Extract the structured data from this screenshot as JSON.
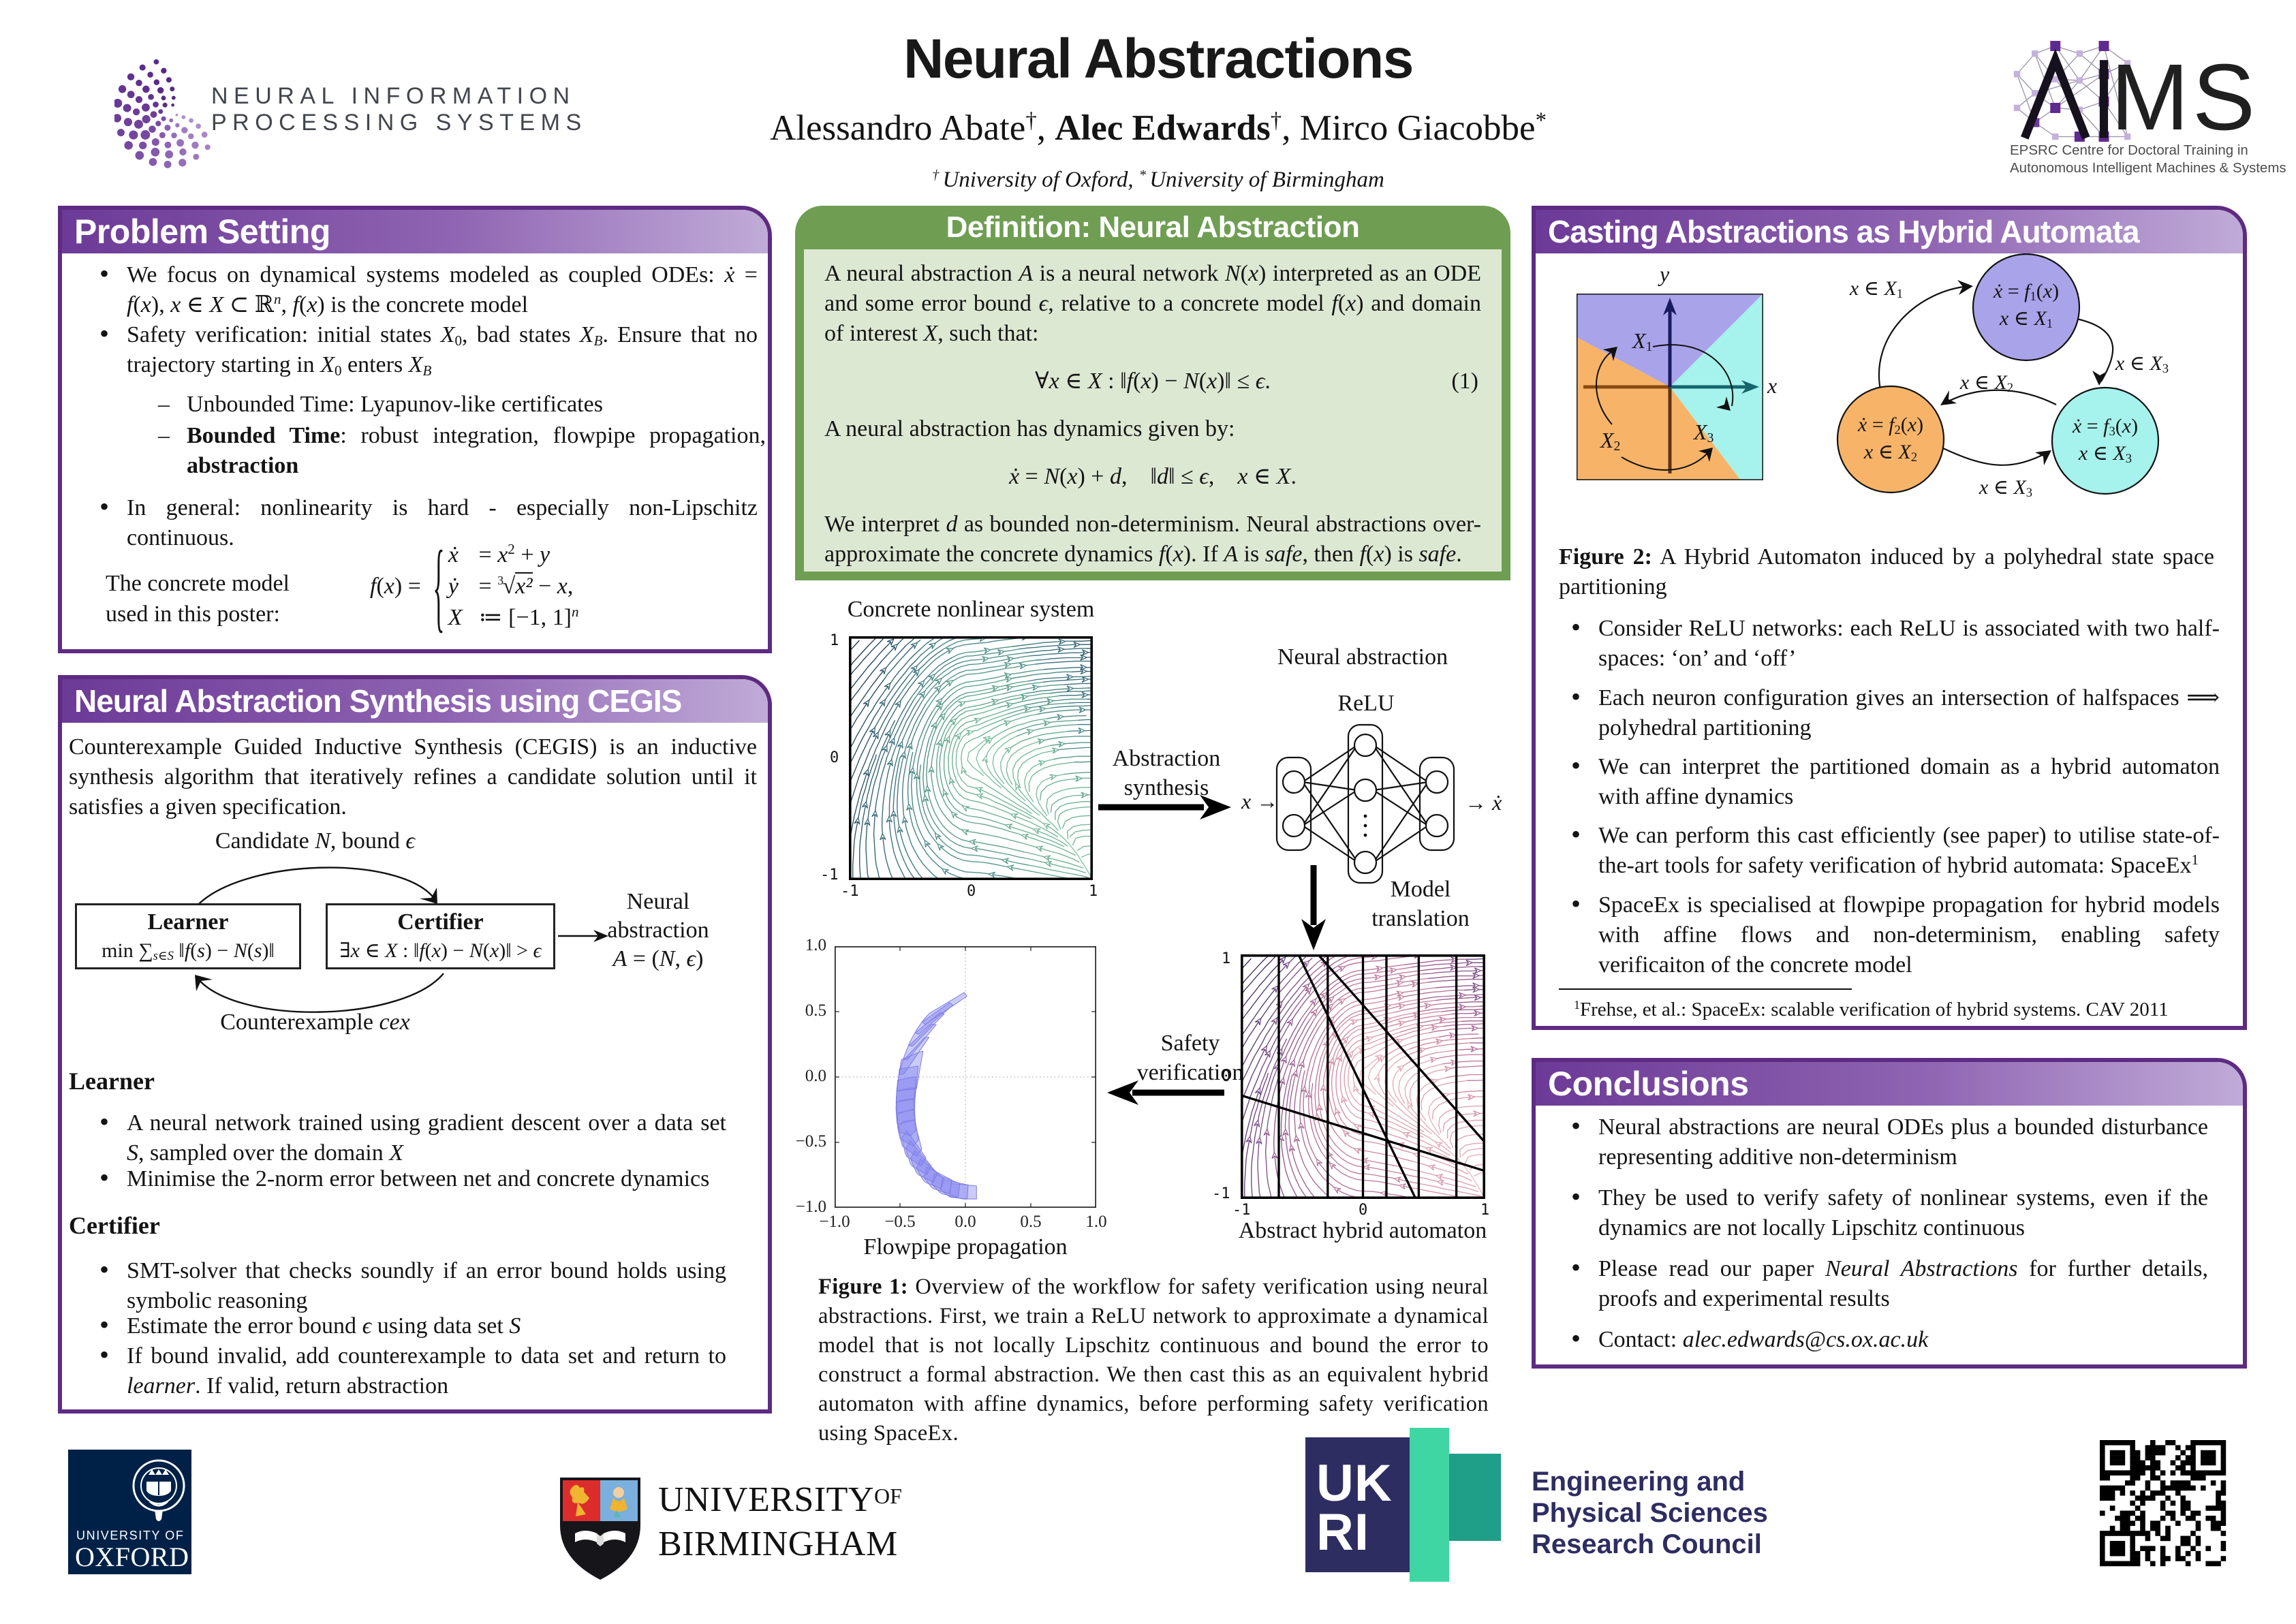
{
  "poster": {
    "title": "Neural Abstractions",
    "authors": [
      [
        "t",
        "Alessandro Abate"
      ],
      [
        "sup",
        "†"
      ],
      [
        "t",
        ", "
      ],
      [
        "b",
        "Alec Edwards"
      ],
      [
        "sup",
        "†"
      ],
      [
        "t",
        ", Mirco Giacobbe"
      ],
      [
        "sup",
        "*"
      ]
    ],
    "affiliations": [
      [
        "supi",
        "† "
      ],
      [
        "i",
        "University of Oxford, "
      ],
      [
        "supi",
        "* "
      ],
      [
        "i",
        "University of Birmingham"
      ]
    ]
  },
  "branding": {
    "neurips_line1": "NEURAL INFORMATION",
    "neurips_line2": "PROCESSING SYSTEMS",
    "aims_ai": "AI",
    "aims_ms": "MS",
    "aims_caption_line1": "EPSRC Centre for Doctoral Training in",
    "aims_caption_line2": "Autonomous Intelligent Machines & Systems"
  },
  "problem_setting": {
    "title": "Problem Setting",
    "b1": [
      [
        "t",
        "We focus on dynamical systems modeled as coupled ODEs: "
      ],
      [
        "m",
        "ẋ"
      ],
      [
        "t",
        " = "
      ],
      [
        "m",
        "f"
      ],
      [
        "t",
        "("
      ],
      [
        "m",
        "x"
      ],
      [
        "t",
        "), "
      ],
      [
        "m",
        "x"
      ],
      [
        "t",
        " ∈ "
      ],
      [
        "s",
        "X"
      ],
      [
        "t",
        " ⊂ ℝ"
      ],
      [
        "supm",
        "n"
      ],
      [
        "t",
        ", "
      ],
      [
        "m",
        "f"
      ],
      [
        "t",
        "("
      ],
      [
        "m",
        "x"
      ],
      [
        "t",
        ") is the concrete model"
      ]
    ],
    "b2": [
      [
        "t",
        "Safety verification: initial states "
      ],
      [
        "s",
        "X"
      ],
      [
        "sub",
        "0"
      ],
      [
        "t",
        ", bad states "
      ],
      [
        "s",
        "X"
      ],
      [
        "subm",
        "B"
      ],
      [
        "t",
        ". Ensure that no trajectory starting in "
      ],
      [
        "s",
        "X"
      ],
      [
        "sub",
        "0"
      ],
      [
        "t",
        " enters "
      ],
      [
        "s",
        "X"
      ],
      [
        "subm",
        "B"
      ]
    ],
    "b2s1": [
      [
        "t",
        "Unbounded Time: Lyapunov-like certificates"
      ]
    ],
    "b2s2": [
      [
        "b",
        "Bounded Time"
      ],
      [
        "t",
        ": robust integration, flowpipe propagation, "
      ],
      [
        "b",
        "abstraction"
      ]
    ],
    "b3": [
      [
        "t",
        "In general: nonlinearity is hard - especially non-Lipschitz continuous."
      ]
    ],
    "model_label": "The concrete model used in this poster:",
    "eq_brace": "{",
    "eq_lhs": [
      [
        "m",
        "f"
      ],
      [
        "t",
        "("
      ],
      [
        "m",
        "x"
      ],
      [
        "t",
        ") ="
      ]
    ],
    "eq_r1l": [
      [
        "m",
        "ẋ"
      ]
    ],
    "eq_r1r": [
      [
        "t",
        "= "
      ],
      [
        "m",
        "x"
      ],
      [
        "sup",
        "2"
      ],
      [
        "t",
        " + "
      ],
      [
        "m",
        "y"
      ]
    ],
    "eq_r2l": [
      [
        "m",
        "ẏ"
      ]
    ],
    "eq_r2r": [
      [
        "t",
        "= "
      ],
      [
        "rsup",
        "3"
      ],
      [
        "t",
        "√"
      ],
      [
        "rad",
        "x²"
      ],
      [
        "t",
        " − "
      ],
      [
        "m",
        "x"
      ],
      [
        "t",
        ","
      ]
    ],
    "eq_r3l": [
      [
        "s",
        "X"
      ]
    ],
    "eq_r3r": [
      [
        "t",
        "≔ [−1, 1]"
      ],
      [
        "supm",
        "n"
      ]
    ]
  },
  "definition": {
    "title": "Definition: Neural Abstraction",
    "p1": [
      [
        "t",
        "A neural abstraction "
      ],
      [
        "s",
        "A"
      ],
      [
        "t",
        " is a neural network "
      ],
      [
        "s",
        "N"
      ],
      [
        "t",
        "("
      ],
      [
        "m",
        "x"
      ],
      [
        "t",
        ") interpreted as an ODE and some error bound "
      ],
      [
        "m",
        "ϵ"
      ],
      [
        "t",
        ", relative to a concrete model "
      ],
      [
        "m",
        "f"
      ],
      [
        "t",
        "("
      ],
      [
        "m",
        "x"
      ],
      [
        "t",
        ") and domain of interest "
      ],
      [
        "s",
        "X"
      ],
      [
        "t",
        ", such that:"
      ]
    ],
    "eq1": [
      [
        "t",
        "∀"
      ],
      [
        "m",
        "x"
      ],
      [
        "t",
        " ∈ "
      ],
      [
        "s",
        "X"
      ],
      [
        "t",
        " : ‖"
      ],
      [
        "m",
        "f"
      ],
      [
        "t",
        "("
      ],
      [
        "m",
        "x"
      ],
      [
        "t",
        ") − "
      ],
      [
        "s",
        "N"
      ],
      [
        "t",
        "("
      ],
      [
        "m",
        "x"
      ],
      [
        "t",
        ")‖ ≤ "
      ],
      [
        "m",
        "ϵ"
      ],
      [
        "t",
        "."
      ]
    ],
    "eq1_tag": "(1)",
    "p2": [
      [
        "t",
        "A neural abstraction has dynamics given by:"
      ]
    ],
    "eq2": [
      [
        "m",
        "ẋ"
      ],
      [
        "t",
        " = "
      ],
      [
        "s",
        "N"
      ],
      [
        "t",
        "("
      ],
      [
        "m",
        "x"
      ],
      [
        "t",
        ") + "
      ],
      [
        "m",
        "d"
      ],
      [
        "t",
        ", ‖"
      ],
      [
        "m",
        "d"
      ],
      [
        "t",
        "‖ ≤ "
      ],
      [
        "m",
        "ϵ"
      ],
      [
        "t",
        ", "
      ],
      [
        "m",
        "x"
      ],
      [
        "t",
        " ∈ "
      ],
      [
        "s",
        "X"
      ],
      [
        "t",
        "."
      ]
    ],
    "p3": [
      [
        "t",
        "We interpret "
      ],
      [
        "m",
        "d"
      ],
      [
        "t",
        " as bounded non-determinism. Neural abstractions over-approximate the concrete dynamics "
      ],
      [
        "m",
        "f"
      ],
      [
        "t",
        "("
      ],
      [
        "m",
        "x"
      ],
      [
        "t",
        "). If "
      ],
      [
        "s",
        "A"
      ],
      [
        "t",
        " is "
      ],
      [
        "i",
        "safe"
      ],
      [
        "t",
        ", then "
      ],
      [
        "m",
        "f"
      ],
      [
        "t",
        "("
      ],
      [
        "m",
        "x"
      ],
      [
        "t",
        ") is "
      ],
      [
        "i",
        "safe"
      ],
      [
        "t",
        "."
      ]
    ]
  },
  "cegis": {
    "title": "Neural Abstraction Synthesis using CEGIS",
    "intro": [
      [
        "t",
        "Counterexample Guided Inductive Synthesis (CEGIS) is an inductive synthesis algorithm that iteratively refines a candidate solution until it satisfies a given specification."
      ]
    ],
    "candidate_label": [
      [
        "t",
        "Candidate "
      ],
      [
        "s",
        "N"
      ],
      [
        "t",
        ", bound "
      ],
      [
        "m",
        "ϵ"
      ]
    ],
    "learner_box_title": "Learner",
    "learner_box_formula": [
      [
        "t",
        "min ∑"
      ],
      [
        "subm",
        "s∈S"
      ],
      [
        "t",
        " ‖"
      ],
      [
        "m",
        "f"
      ],
      [
        "t",
        "("
      ],
      [
        "m",
        "s"
      ],
      [
        "t",
        ") − "
      ],
      [
        "s",
        "N"
      ],
      [
        "t",
        "("
      ],
      [
        "m",
        "s"
      ],
      [
        "t",
        ")‖"
      ]
    ],
    "certifier_box_title": "Certifier",
    "certifier_box_formula": [
      [
        "t",
        "∃"
      ],
      [
        "m",
        "x"
      ],
      [
        "t",
        " ∈ "
      ],
      [
        "s",
        "X"
      ],
      [
        "t",
        " : ‖"
      ],
      [
        "m",
        "f"
      ],
      [
        "t",
        "("
      ],
      [
        "m",
        "x"
      ],
      [
        "t",
        ") − "
      ],
      [
        "s",
        "N"
      ],
      [
        "t",
        "("
      ],
      [
        "m",
        "x"
      ],
      [
        "t",
        ")‖ > "
      ],
      [
        "m",
        "ϵ"
      ]
    ],
    "cex_label": [
      [
        "t",
        "Counterexample "
      ],
      [
        "i",
        "cex"
      ]
    ],
    "out_l1": "Neural",
    "out_l2": "abstraction",
    "out_l3": [
      [
        "s",
        "A"
      ],
      [
        "t",
        " = ("
      ],
      [
        "s",
        "N"
      ],
      [
        "t",
        ", "
      ],
      [
        "m",
        "ϵ"
      ],
      [
        "t",
        ")"
      ]
    ],
    "learner_heading": "Learner",
    "learner_b1": [
      [
        "t",
        "A neural network trained using gradient descent over a data set "
      ],
      [
        "m",
        "S"
      ],
      [
        "t",
        ", sampled over the domain "
      ],
      [
        "s",
        "X"
      ]
    ],
    "learner_b2": [
      [
        "t",
        "Minimise the 2-norm error between net and concrete dynamics"
      ]
    ],
    "certifier_heading": "Certifier",
    "cert_b1": [
      [
        "t",
        "SMT-solver that checks soundly if an error bound holds using symbolic reasoning"
      ]
    ],
    "cert_b2": [
      [
        "t",
        "Estimate the error bound "
      ],
      [
        "m",
        "ϵ"
      ],
      [
        "t",
        " using data set "
      ],
      [
        "m",
        "S"
      ]
    ],
    "cert_b3": [
      [
        "t",
        "If bound invalid, add counterexample to data set and return to "
      ],
      [
        "i",
        "learner"
      ],
      [
        "t",
        ". If valid, return abstraction"
      ]
    ]
  },
  "figure1": {
    "concrete_title": "Concrete nonlinear system",
    "nn_title": "Neural abstraction",
    "relu_label": "ReLU",
    "nn_in": [
      [
        "m",
        "x"
      ],
      [
        "t",
        " →"
      ]
    ],
    "nn_out": [
      [
        "t",
        "→ "
      ],
      [
        "m",
        "ẋ"
      ]
    ],
    "arrow_abs_l1": "Abstraction",
    "arrow_abs_l2": "synthesis",
    "arrow_model_l1": "Model",
    "arrow_model_l2": "translation",
    "arrow_safety_l1": "Safety",
    "arrow_safety_l2": "verification",
    "abstract_label": "Abstract hybrid automaton",
    "flow_label": "Flowpipe propagation",
    "stream_xticks": [
      "-1",
      "0",
      "1"
    ],
    "stream_yticks": [
      "1",
      "0",
      "-1"
    ],
    "flow_xticks": [
      "−1.0",
      "−0.5",
      "0.0",
      "0.5",
      "1.0"
    ],
    "flow_yticks": [
      "1.0",
      "0.5",
      "0.0",
      "−0.5",
      "−1.0"
    ],
    "caption": [
      [
        "b",
        "Figure 1:"
      ],
      [
        "t",
        "  Overview of the workflow for safety verification using neural abstractions. First, we train a ReLU network to approximate a dynamical model that is not locally Lipschitz continuous and bound the error to construct a formal abstraction. We then cast this as an equivalent hybrid automaton with affine dynamics, before performing safety verification using SpaceEx."
      ]
    ]
  },
  "casting": {
    "title": "Casting Abstractions as Hybrid Automata",
    "axis_y": "y",
    "axis_x": "x",
    "reg1": [
      [
        "s",
        "X"
      ],
      [
        "sub",
        "1"
      ]
    ],
    "reg2": [
      [
        "s",
        "X"
      ],
      [
        "sub",
        "2"
      ]
    ],
    "reg3": [
      [
        "s",
        "X"
      ],
      [
        "sub",
        "3"
      ]
    ],
    "node1_l1": [
      [
        "m",
        "ẋ"
      ],
      [
        "t",
        " = "
      ],
      [
        "m",
        "f"
      ],
      [
        "sub",
        "1"
      ],
      [
        "t",
        "("
      ],
      [
        "m",
        "x"
      ],
      [
        "t",
        ")"
      ]
    ],
    "node1_l2": [
      [
        "m",
        "x"
      ],
      [
        "t",
        " ∈ "
      ],
      [
        "s",
        "X"
      ],
      [
        "sub",
        "1"
      ]
    ],
    "node2_l1": [
      [
        "m",
        "ẋ"
      ],
      [
        "t",
        " = "
      ],
      [
        "m",
        "f"
      ],
      [
        "sub",
        "2"
      ],
      [
        "t",
        "("
      ],
      [
        "m",
        "x"
      ],
      [
        "t",
        ")"
      ]
    ],
    "node2_l2": [
      [
        "m",
        "x"
      ],
      [
        "t",
        " ∈ "
      ],
      [
        "s",
        "X"
      ],
      [
        "sub",
        "2"
      ]
    ],
    "node3_l1": [
      [
        "m",
        "ẋ"
      ],
      [
        "t",
        " = "
      ],
      [
        "m",
        "f"
      ],
      [
        "sub",
        "3"
      ],
      [
        "t",
        "("
      ],
      [
        "m",
        "x"
      ],
      [
        "t",
        ")"
      ]
    ],
    "node3_l2": [
      [
        "m",
        "x"
      ],
      [
        "t",
        " ∈ "
      ],
      [
        "s",
        "X"
      ],
      [
        "sub",
        "3"
      ]
    ],
    "edge1": [
      [
        "m",
        "x"
      ],
      [
        "t",
        " ∈ "
      ],
      [
        "s",
        "X"
      ],
      [
        "sub",
        "1"
      ]
    ],
    "edge2": [
      [
        "m",
        "x"
      ],
      [
        "t",
        " ∈ "
      ],
      [
        "s",
        "X"
      ],
      [
        "sub",
        "3"
      ]
    ],
    "edge3": [
      [
        "m",
        "x"
      ],
      [
        "t",
        " ∈ "
      ],
      [
        "s",
        "X"
      ],
      [
        "sub",
        "2"
      ]
    ],
    "edge4": [
      [
        "m",
        "x"
      ],
      [
        "t",
        " ∈ "
      ],
      [
        "s",
        "X"
      ],
      [
        "sub",
        "3"
      ]
    ],
    "caption": [
      [
        "b",
        "Figure 2:"
      ],
      [
        "t",
        "  A Hybrid Automaton induced by a polyhedral state space partitioning"
      ]
    ],
    "b1": [
      [
        "t",
        "Consider ReLU networks: each ReLU is associated with two half-spaces: ‘on’ and ‘off’"
      ]
    ],
    "b2": [
      [
        "t",
        "Each neuron configuration gives an intersection of halfspaces ⟹ polyhedral partitioning"
      ]
    ],
    "b3": [
      [
        "t",
        "We can interpret the partitioned domain as a hybrid automaton with affine dynamics"
      ]
    ],
    "b4": [
      [
        "t",
        "We can perform this cast efficiently (see paper) to utilise state-of-the-art tools for safety verification of hybrid automata: SpaceEx"
      ],
      [
        "sup",
        "1"
      ]
    ],
    "b5": [
      [
        "t",
        "SpaceEx is specialised at flowpipe propagation for hybrid models with affine flows and non-determinism, enabling safety verificaiton of the concrete model"
      ]
    ],
    "footnote": [
      [
        "sup",
        "1"
      ],
      [
        "t",
        "Frehse, et al.: SpaceEx: scalable verification of hybrid systems. CAV 2011"
      ]
    ]
  },
  "conclusions": {
    "title": "Conclusions",
    "b1": [
      [
        "t",
        "Neural abstractions are neural ODEs plus a bounded disturbance representing additive non-determinism"
      ]
    ],
    "b2": [
      [
        "t",
        "They be used to verify safety of nonlinear systems, even if the dynamics are not locally Lipschitz continuous"
      ]
    ],
    "b3": [
      [
        "t",
        "Please read our paper "
      ],
      [
        "i",
        "Neural Abstractions"
      ],
      [
        "t",
        " for further details, proofs and experimental results"
      ]
    ],
    "b4": [
      [
        "t",
        "Contact: "
      ],
      [
        "i",
        "alec.edwards@cs.ox.ac.uk"
      ]
    ]
  },
  "footer": {
    "oxford_line1": "UNIVERSITY OF",
    "oxford_line2": "OXFORD",
    "bham_university": "UNIVERSITY",
    "bham_of": "OF",
    "bham_name": "BIRMINGHAM",
    "ukri_l1": "UK",
    "ukri_l2": "RI",
    "epsrc_l1": "Engineering and",
    "epsrc_l2": "Physical Sciences",
    "epsrc_l3": "Research Council"
  },
  "colors": {
    "purple_border": "#5e2b82",
    "purple_header_dark": "#6c3a97",
    "purple_header_light": "#c0abd8",
    "green_frame": "#6f9e53",
    "green_body": "#dde8d3",
    "region_purple": "#a9a3e9",
    "region_orange": "#f7b469",
    "region_cyan": "#a6f2ec",
    "flowpipe_fill": "#8282f0",
    "oxford_navy": "#002147",
    "ukri_navy": "#2e2d62",
    "ukri_green": "#3fd6a3",
    "ukri_teal": "#1f9e88"
  }
}
